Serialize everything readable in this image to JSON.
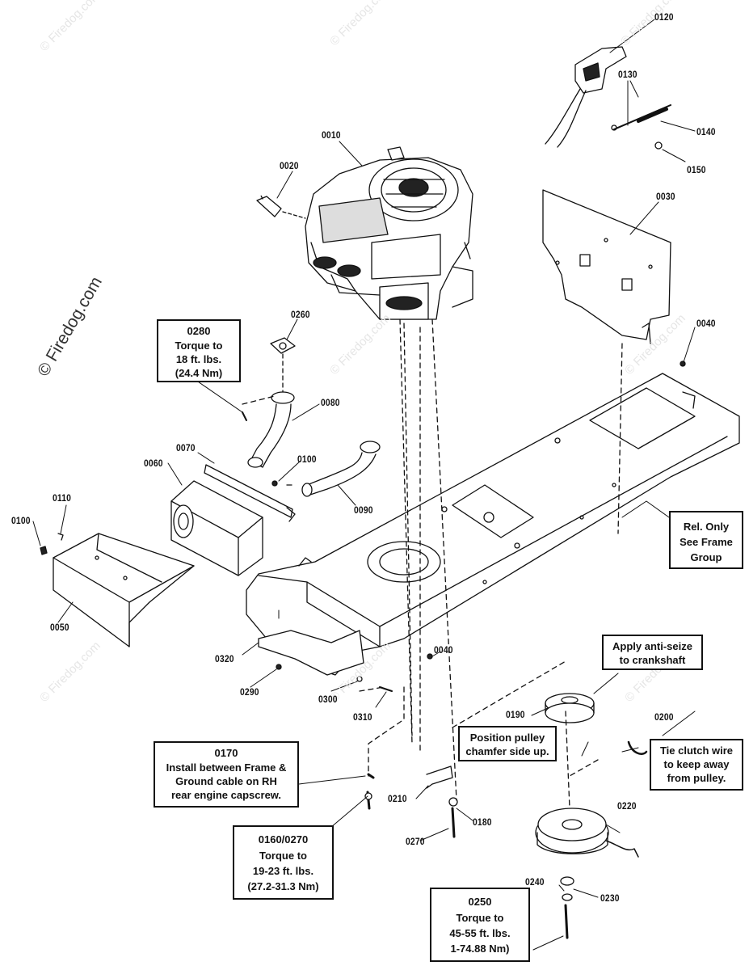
{
  "watermark": {
    "main": "© Firedog.com",
    "repeat": "© Firedog.com"
  },
  "parts": {
    "p0010": "0010",
    "p0020": "0020",
    "p0030": "0030",
    "p0040a": "0040",
    "p0040b": "0040",
    "p0050": "0050",
    "p0060": "0060",
    "p0070": "0070",
    "p0080": "0080",
    "p0090": "0090",
    "p0100a": "0100",
    "p0100b": "0100",
    "p0110": "0110",
    "p0120": "0120",
    "p0130": "0130",
    "p0140": "0140",
    "p0150": "0150",
    "p0180": "0180",
    "p0190": "0190",
    "p0200": "0200",
    "p0210": "0210",
    "p0220": "0220",
    "p0230": "0230",
    "p0240": "0240",
    "p0260": "0260",
    "p0270": "0270",
    "p0290": "0290",
    "p0300": "0300",
    "p0310": "0310",
    "p0320": "0320"
  },
  "callouts": {
    "c0280": {
      "head": "0280",
      "l1": "Torque to",
      "l2": "18 ft. lbs.",
      "l3": "(24.4 Nm)"
    },
    "frame": {
      "l1": "Rel. Only",
      "l2": "See Frame",
      "l3": "Group"
    },
    "antiseize": {
      "l1": "Apply anti-seize",
      "l2": "to crankshaft"
    },
    "pulley": {
      "l1": "Position pulley",
      "l2": "chamfer side up."
    },
    "clutch": {
      "l1": "Tie clutch wire",
      "l2": "to keep away",
      "l3": "from pulley."
    },
    "c0170": {
      "head": "0170",
      "l1": "Install between Frame &",
      "l2": "Ground cable on RH",
      "l3": "rear engine capscrew."
    },
    "c0160": {
      "head": "0160/0270",
      "l1": "Torque to",
      "l2": "19-23 ft. lbs.",
      "l3": "(27.2-31.3 Nm)"
    },
    "c0250": {
      "head": "0250",
      "l1": "Torque to",
      "l2": "45-55 ft. lbs.",
      "l3": "1-74.88 Nm)"
    }
  }
}
